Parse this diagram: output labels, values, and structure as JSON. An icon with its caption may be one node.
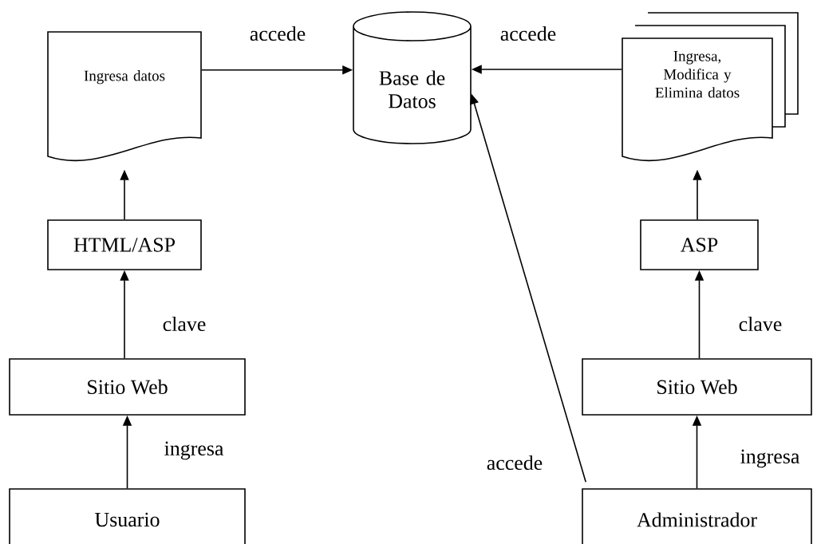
{
  "diagram": {
    "nodes": [
      {
        "text": [
          "Ingresa datos"
        ]
      },
      {
        "text": [
          "Base de Datos"
        ]
      },
      {
        "text": [
          "Ingresa, Modifica y Elimina datos"
        ]
      },
      {
        "text": [
          "HTML/ASP"
        ]
      },
      {
        "text": [
          "ASP"
        ]
      },
      {
        "text": [
          "Sitio Web"
        ]
      },
      {
        "text": [
          "Sitio Web"
        ]
      },
      {
        "text": [
          "Usuario"
        ]
      },
      {
        "text": [
          "Administrador"
        ]
      }
    ],
    "edges": [
      {
        "from": 0,
        "to": 1,
        "arrow": "to",
        "label": "accede"
      },
      {
        "from": 2,
        "to": 1,
        "arrow": "to",
        "label": "accede"
      },
      {
        "from": 3,
        "to": 0,
        "arrow": "to"
      },
      {
        "from": 5,
        "to": 3,
        "arrow": "to",
        "label": "clave"
      },
      {
        "from": 7,
        "to": 5,
        "arrow": "to",
        "label": "ingresa"
      },
      {
        "from": 4,
        "to": 2,
        "arrow": "to"
      },
      {
        "from": 6,
        "to": 4,
        "arrow": "to",
        "label": "clave"
      },
      {
        "from": 8,
        "to": 6,
        "arrow": "to",
        "label": "ingresa"
      },
      {
        "from": 8,
        "to": 1,
        "arrow": "to",
        "label": "accede"
      }
    ]
  }
}
